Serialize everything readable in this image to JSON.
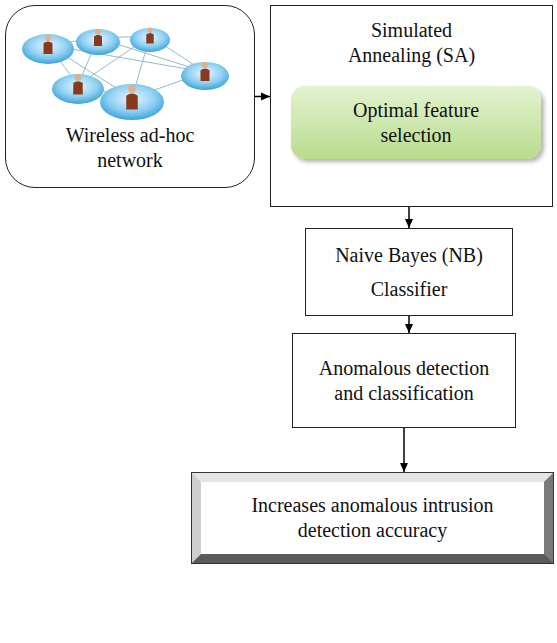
{
  "diagram": {
    "nodes": [
      {
        "text": [
          "Wireless ad-hoc network"
        ]
      },
      {
        "text": [
          "Simulated Annealing (SA)"
        ]
      },
      {
        "text": [
          "Optimal feature selection"
        ],
        "in": 1
      },
      {
        "text": [
          "Naive Bayes (NB) Classifier"
        ]
      },
      {
        "text": [
          "Anomalous detection and classification"
        ]
      },
      {
        "text": [
          "Increases anomalous intrusion detection accuracy"
        ]
      }
    ],
    "edges": [
      {
        "from": 0,
        "to": 1,
        "arrow": "to"
      },
      {
        "from": 1,
        "to": 3,
        "arrow": "to"
      },
      {
        "from": 3,
        "to": 4,
        "arrow": "to"
      },
      {
        "from": 4,
        "to": 5,
        "arrow": "to"
      }
    ]
  }
}
